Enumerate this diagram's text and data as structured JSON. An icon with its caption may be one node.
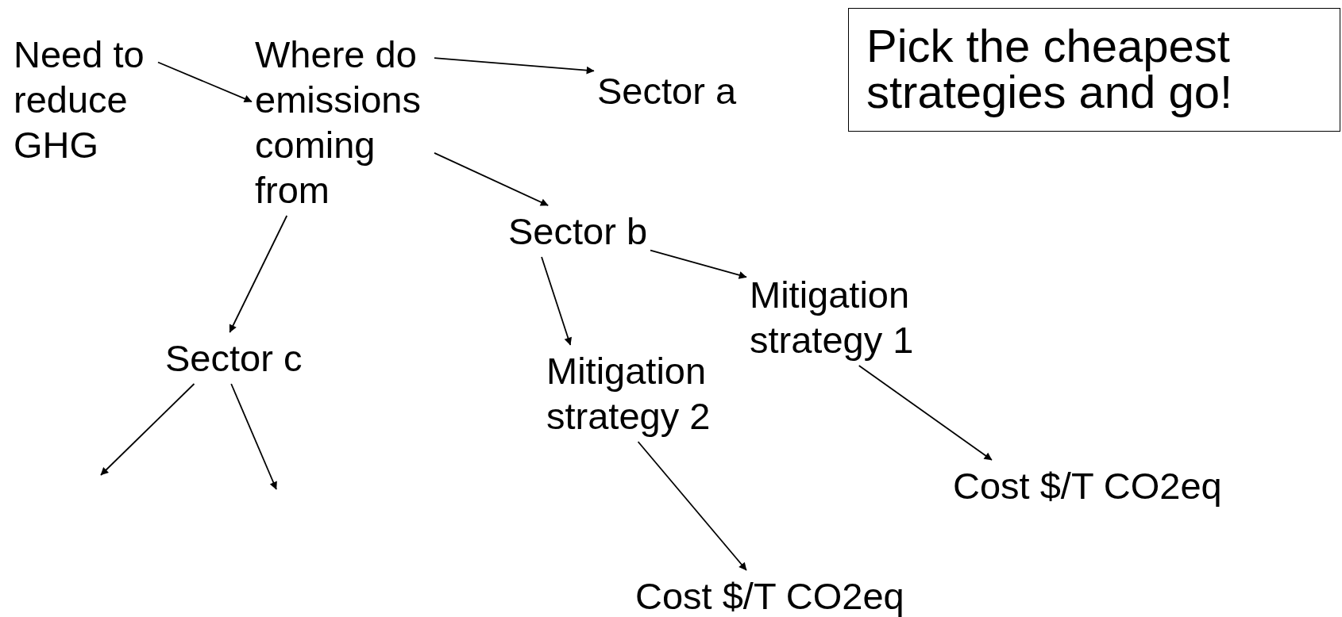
{
  "diagram": {
    "nodes": [
      {
        "text": [
          "Need to reduce GHG"
        ]
      },
      {
        "text": [
          "Where do emissions coming from"
        ]
      },
      {
        "text": [
          "Sector a"
        ]
      },
      {
        "text": [
          "Sector b"
        ]
      },
      {
        "text": [
          "Sector c"
        ]
      },
      {
        "text": [
          "Mitigation strategy 1"
        ]
      },
      {
        "text": [
          "Mitigation strategy 2"
        ]
      },
      {
        "text": [
          "Cost $/T CO2eq"
        ]
      },
      {
        "text": [
          "Cost $/T CO2eq"
        ]
      },
      {
        "text": [
          "Pick the cheapest strategies and go!"
        ]
      }
    ],
    "edges": [
      {
        "from": 0,
        "to": 1,
        "arrow": "to"
      },
      {
        "from": 1,
        "to": 2,
        "arrow": "to"
      },
      {
        "from": 1,
        "to": 3,
        "arrow": "to"
      },
      {
        "from": 1,
        "to": 4,
        "arrow": "to"
      },
      {
        "from": 3,
        "to": 5,
        "arrow": "to"
      },
      {
        "from": 3,
        "to": 6,
        "arrow": "to"
      },
      {
        "from": 5,
        "to": 7,
        "arrow": "to"
      },
      {
        "from": 6,
        "to": 8,
        "arrow": "to"
      },
      {
        "from": 4,
        "to": null,
        "arrow": "to"
      },
      {
        "from": 4,
        "to": null,
        "arrow": "to"
      }
    ]
  }
}
